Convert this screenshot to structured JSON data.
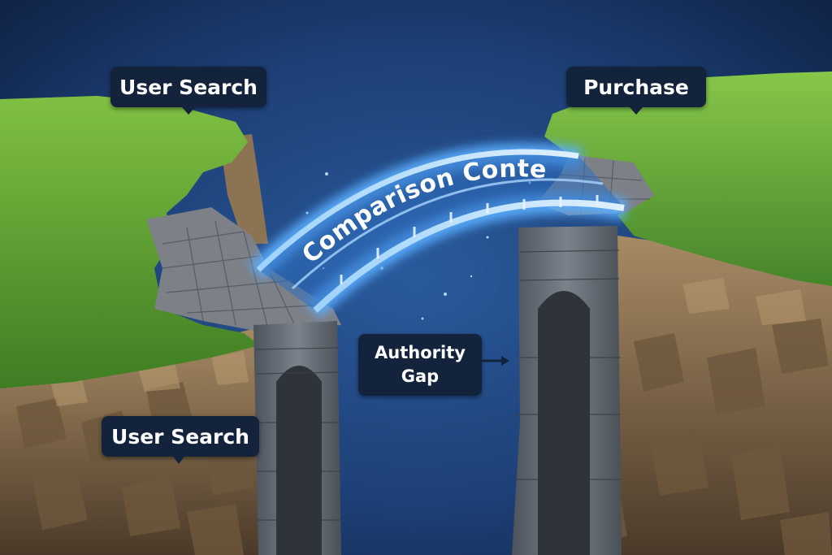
{
  "labels": {
    "top_left": "User Search",
    "top_right": "Purchase",
    "bottom_left": "User Search",
    "gap_line1": "Authority",
    "gap_line2": "Gap",
    "bridge": "Comparison Content"
  },
  "colors": {
    "sky": "#1e4278",
    "grass": "#5a9e2f",
    "rock": "#8a6e4b",
    "stone": "#6f747c",
    "bridge_glow": "#6fb6ff",
    "label_bg": "#13233c"
  }
}
